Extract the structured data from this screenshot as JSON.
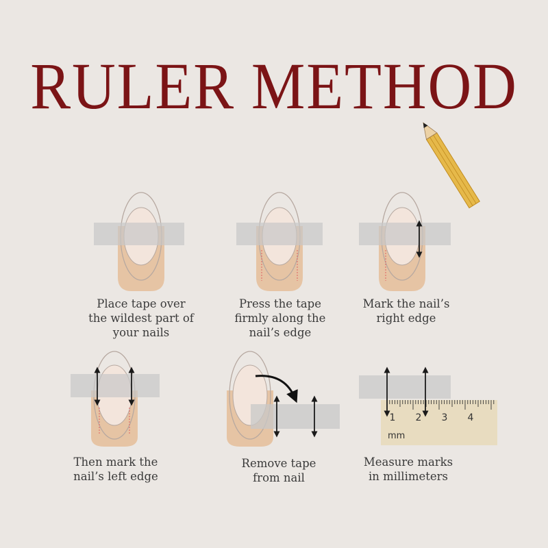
{
  "title": "RULER METHOD",
  "steps": [
    {
      "lines": [
        "Place tape over",
        "the wildest part of",
        "your nails"
      ]
    },
    {
      "lines": [
        "Press the tape",
        "firmly along the",
        "nail’s edge"
      ]
    },
    {
      "lines": [
        "Mark the nail’s",
        "right edge"
      ]
    },
    {
      "lines": [
        "Then mark the",
        "nail’s left edge"
      ]
    },
    {
      "lines": [
        "Remove tape",
        "from nail"
      ]
    },
    {
      "lines": [
        "Measure marks",
        "in millimeters"
      ]
    }
  ],
  "ruler": {
    "numbers": [
      "1",
      "2",
      "3",
      "4"
    ],
    "unit": "mm"
  },
  "colors": {
    "title": "#7b1416",
    "background": "#ebe7e3",
    "skin": "#e6c4a4",
    "nail": "#f3e5dc",
    "tape": "#c8c8c8",
    "pencil": "#e6b94a"
  },
  "icons": [
    "finger-icon",
    "tape-icon",
    "pencil-icon",
    "arrow-icon",
    "ruler-icon"
  ]
}
